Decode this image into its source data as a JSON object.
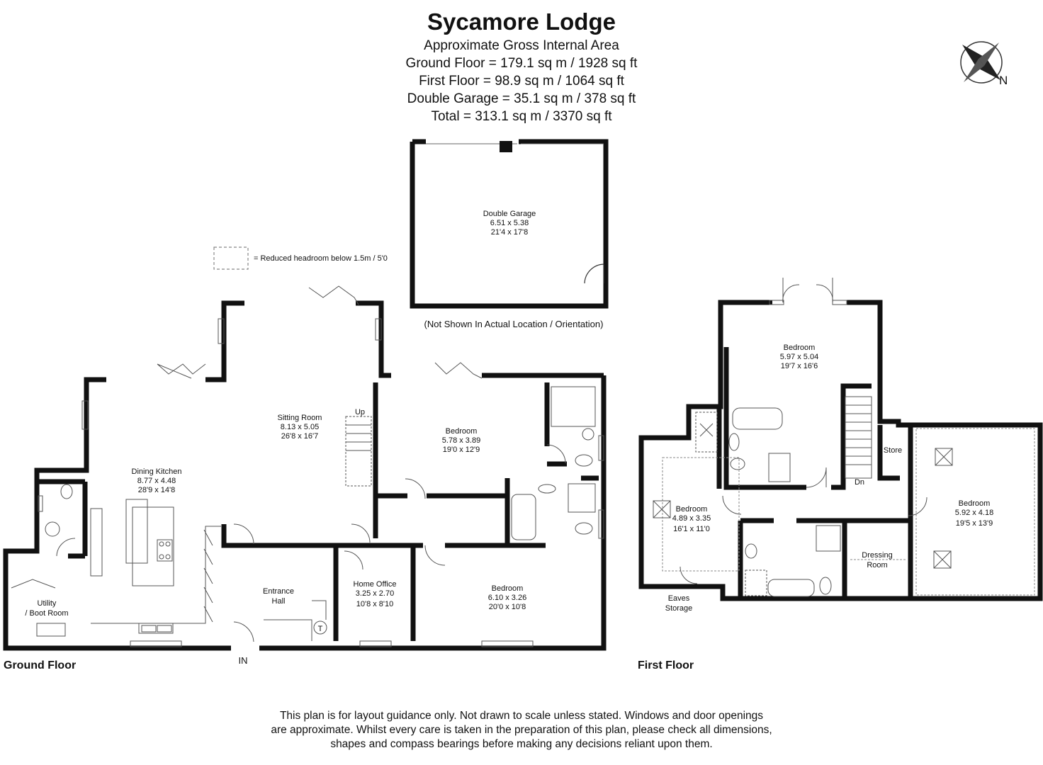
{
  "header": {
    "title": "Sycamore Lodge",
    "area_label": "Approximate Gross Internal Area",
    "ground_floor": "Ground Floor = 179.1 sq m / 1928 sq ft",
    "first_floor": "First Floor = 98.9 sq m / 1064 sq ft",
    "double_garage": "Double Garage = 35.1 sq m / 378 sq ft",
    "total": "Total = 313.1 sq m / 3370 sq ft"
  },
  "compass": {
    "label": "N"
  },
  "legend": {
    "text": "= Reduced headroom below 1.5m / 5'0"
  },
  "garage": {
    "name": "Double Garage",
    "metric": "6.51 x 5.38",
    "imperial": "21'4 x 17'8",
    "note": "(Not Shown In Actual Location / Orientation)"
  },
  "ground_floor": {
    "label": "Ground Floor",
    "entrance": "IN",
    "stairs": "Up",
    "boiler": "T",
    "rooms": {
      "dining_kitchen": {
        "name": "Dining Kitchen",
        "metric": "8.77 x 4.48",
        "imperial": "28'9 x 14'8"
      },
      "sitting_room": {
        "name": "Sitting Room",
        "metric": "8.13 x 5.05",
        "imperial": "26'8 x 16'7"
      },
      "bedroom_1": {
        "name": "Bedroom",
        "metric": "5.78 x 3.89",
        "imperial": "19'0 x 12'9"
      },
      "bedroom_2": {
        "name": "Bedroom",
        "metric": "6.10 x 3.26",
        "imperial": "20'0 x 10'8"
      },
      "home_office": {
        "name": "Home Office",
        "metric": "3.25 x 2.70",
        "imperial": "10'8 x 8'10"
      },
      "entrance_hall": {
        "name_1": "Entrance",
        "name_2": "Hall"
      },
      "utility": {
        "name_1": "Utility",
        "name_2": "/ Boot Room"
      }
    }
  },
  "first_floor": {
    "label": "First Floor",
    "stairs": "Dn",
    "rooms": {
      "bedroom_top": {
        "name": "Bedroom",
        "metric": "5.97 x 5.04",
        "imperial": "19'7 x 16'6"
      },
      "bedroom_left": {
        "name": "Bedroom",
        "metric": "4.89 x 3.35",
        "imperial": "16'1 x 11'0"
      },
      "bedroom_right": {
        "name": "Bedroom",
        "metric": "5.92 x 4.18",
        "imperial": "19'5 x 13'9"
      },
      "store": {
        "name": "Store"
      },
      "dressing_room": {
        "name_1": "Dressing",
        "name_2": "Room"
      },
      "eaves_storage": {
        "name_1": "Eaves",
        "name_2": "Storage"
      }
    }
  },
  "disclaimer": {
    "line_1": "This plan is for layout guidance only. Not drawn to scale unless stated. Windows and door openings",
    "line_2": "are approximate. Whilst every care is taken in the preparation of this plan, please check all dimensions,",
    "line_3": "shapes and compass bearings before making any decisions reliant upon them."
  },
  "colors": {
    "wall": "#111111",
    "line": "#555555",
    "dashed": "#888888"
  }
}
